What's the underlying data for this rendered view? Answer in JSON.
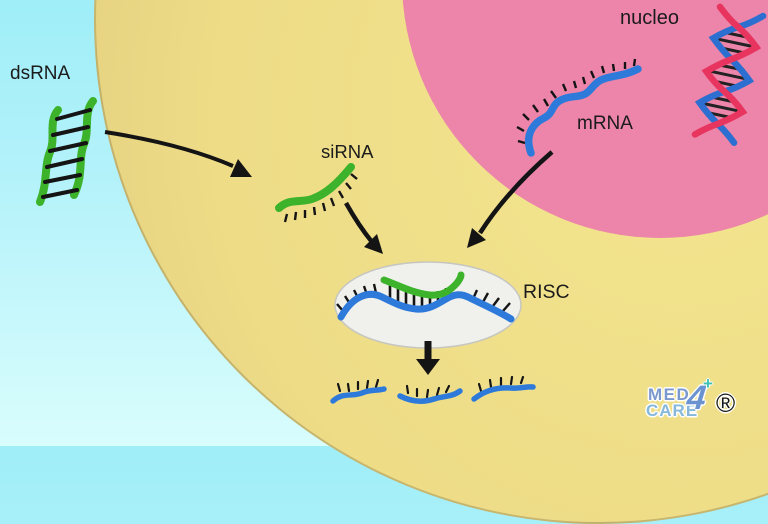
{
  "diagram": {
    "labels": {
      "dsrna": "dsRNA",
      "sirna": "siRNA",
      "mrna": "mRNA",
      "nucleus": "nucleo",
      "risc": "RISC"
    },
    "shapes": {
      "dsrna": "green-ladder-icon",
      "sirna": "green-strand-icon",
      "mrna": "blue-strand-icon",
      "dna": "double-helix-icon",
      "risc": "gray-ellipse-complex",
      "fragments": "blue-strand-fragments"
    }
  },
  "logo": {
    "med": "MED",
    "four": "4",
    "plus": "+",
    "care": "CARE",
    "registered": "®"
  },
  "colors": {
    "background_top": "#9feef8",
    "background_bottom": "#d9fdfd",
    "cell_fill": "#eedc87",
    "cell_edge": "#d9c478",
    "nucleus_fill": "#ec85a9",
    "nucleus_rim": "#f4adc6",
    "rna_green": "#3cb32b",
    "rna_blue": "#2e7ada",
    "dna_blue": "#2d6fd0",
    "dna_pink": "#e83560",
    "risc_fill": "#f0f0ed",
    "arrow_black": "#141414",
    "label_text": "#1b1b1b",
    "logo_blue": "#7b99cf",
    "logo_light_blue": "#86b8dc",
    "logo_teal": "#3ec2b2"
  }
}
